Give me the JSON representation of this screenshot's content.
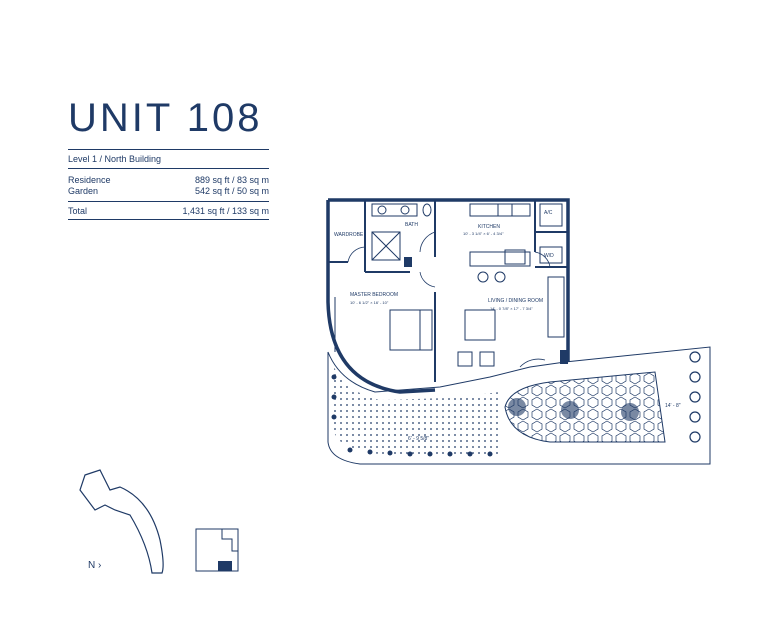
{
  "unit": {
    "title": "UNIT 108",
    "location": "Level 1 / North Building"
  },
  "areas": [
    {
      "label": "Residence",
      "value": "889 sq ft / 83 sq m"
    },
    {
      "label": "Garden",
      "value": "542 sq ft / 50 sq m"
    }
  ],
  "total": {
    "label": "Total",
    "value": "1,431 sq ft / 133 sq m"
  },
  "plan": {
    "wardrobe": "WARDROBE",
    "bath": "BATH",
    "kitchen": "KITCHEN",
    "kitchen_dim": "10' - 3 1/4\" × 6' - 4 3/4\"",
    "ac": "A/C",
    "wd": "W/D",
    "master_bedroom": "MASTER BEDROOM",
    "master_dim": "10' - 6 1/2\" × 16' - 10\"",
    "living": "LIVING / DINING ROOM",
    "living_dim": "14' - 0 7/8\" × 17' - 7 3/4\"",
    "garden_dim_1": "14' - 8\"",
    "garden_dim_2": "6' - 9 5/8\""
  },
  "north_label": "N",
  "colors": {
    "ink": "#1f3a66"
  }
}
